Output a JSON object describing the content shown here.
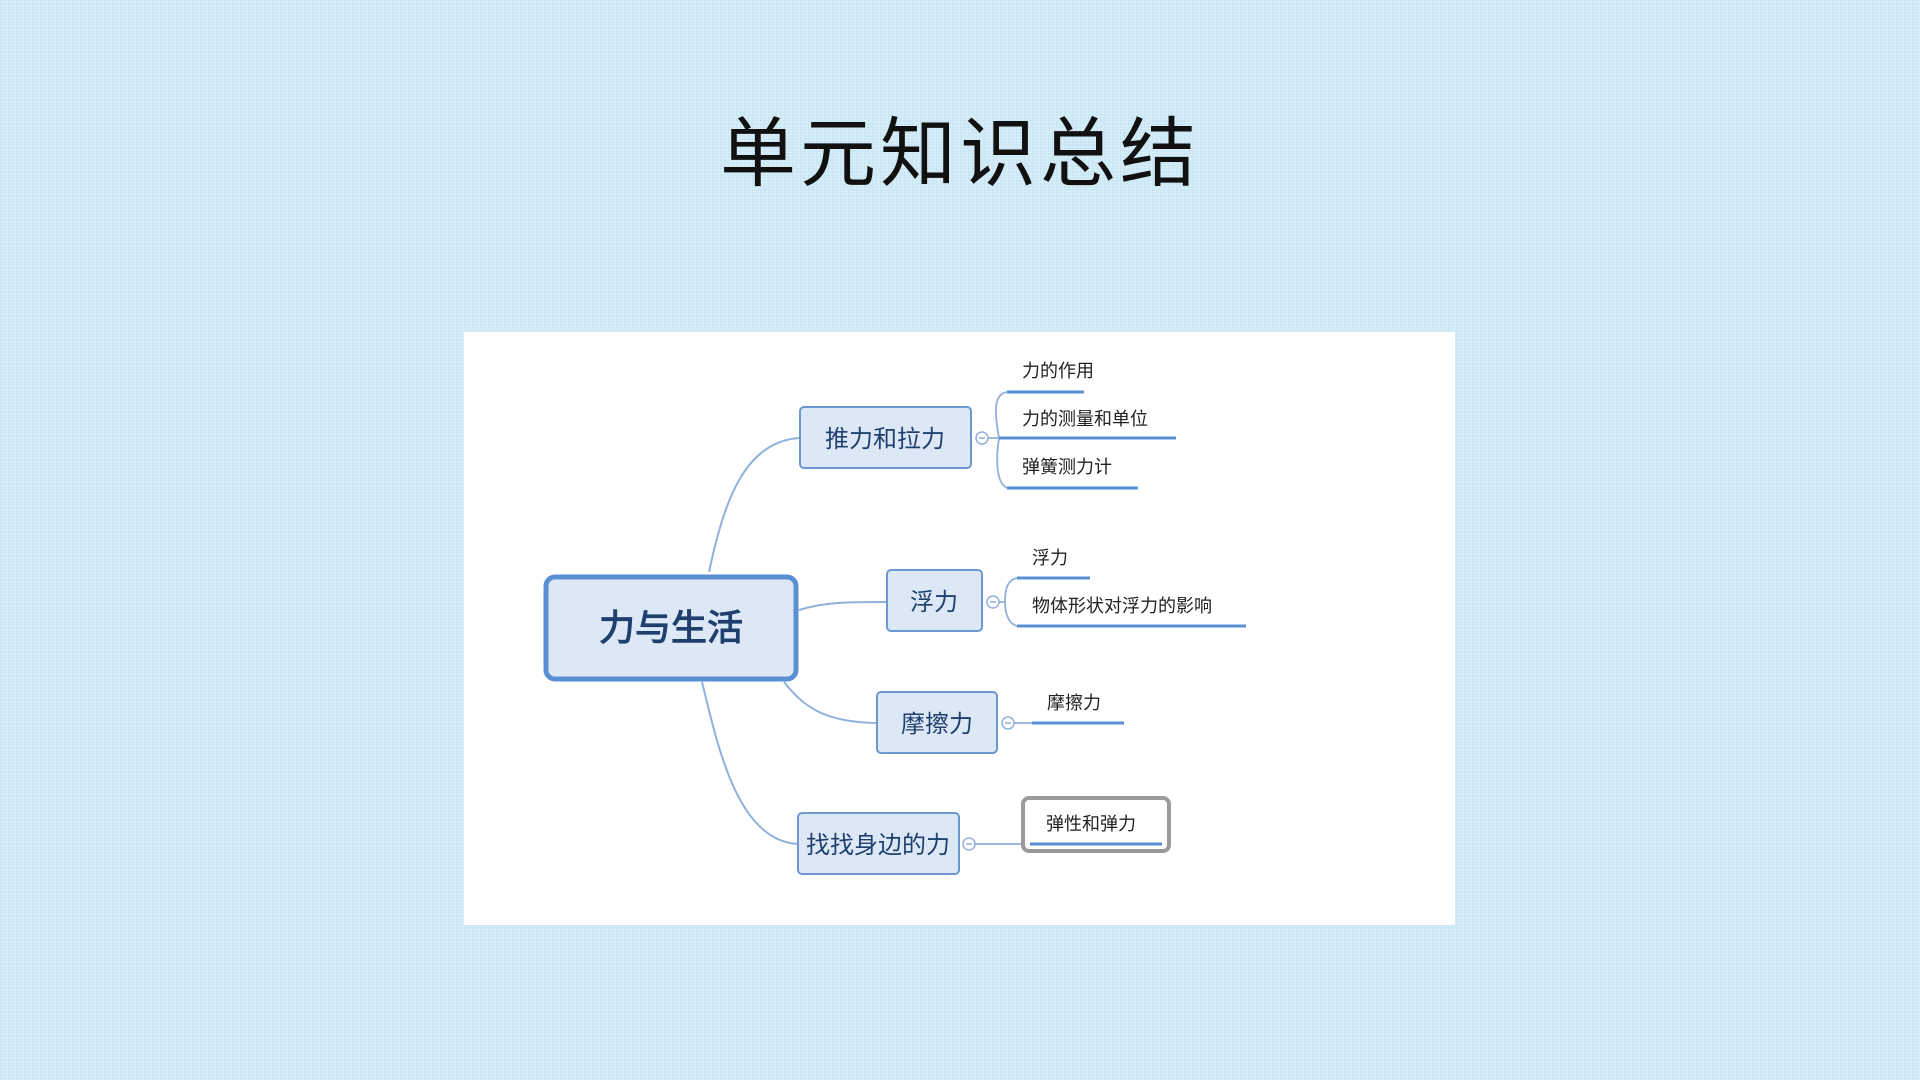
{
  "title": "单元知识总结",
  "mindmap": {
    "root": "力与生活",
    "branches": [
      {
        "label": "推力和拉力",
        "children": [
          "力的作用",
          "力的测量和单位",
          "弹簧测力计"
        ]
      },
      {
        "label": "浮力",
        "children": [
          "浮力",
          "物体形状对浮力的影响"
        ]
      },
      {
        "label": "摩擦力",
        "children": [
          "摩擦力"
        ]
      },
      {
        "label": "找找身边的力",
        "children": [
          "弹性和弹力"
        ]
      }
    ]
  },
  "colors": {
    "node_border": "#6d98cf",
    "node_fill": "#dde8f6",
    "root_border": "#5b8fd3",
    "node_text": "#1f3f6e",
    "connector": "#8fb1dc",
    "underline": "#5b8fd3",
    "leaf_text": "#222222",
    "selection_frame": "#9a9a9a"
  }
}
